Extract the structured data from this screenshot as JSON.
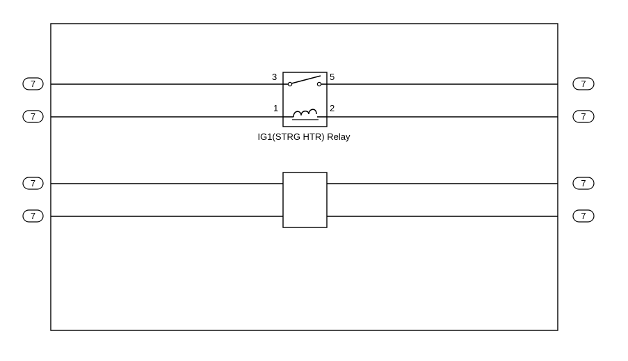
{
  "connector_refs": {
    "left": [
      "7",
      "7",
      "7",
      "7"
    ],
    "right": [
      "7",
      "7",
      "7",
      "7"
    ]
  },
  "relay": {
    "name": "IG1(STRG HTR) Relay",
    "switch_pins": {
      "in": "3",
      "out": "5"
    },
    "coil_pins": {
      "in": "1",
      "out": "2"
    }
  }
}
